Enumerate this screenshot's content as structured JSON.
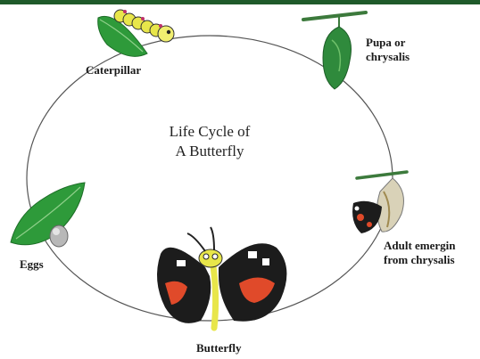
{
  "title": {
    "line1": "Life Cycle of",
    "line2": "A Butterfly"
  },
  "stages": {
    "caterpillar": "Caterpillar",
    "pupa_line1": "Pupa or",
    "pupa_line2": "chrysalis",
    "adult_line1": "Adult emergin",
    "adult_line2": "from chrysalis",
    "eggs": "Eggs",
    "butterfly": "Butterfly"
  },
  "colors": {
    "leaf": "#2e9a3a",
    "chrysalis": "#2f8a3c",
    "wing_black": "#1c1c1c",
    "wing_red": "#e04a2a",
    "body_yellow": "#e8e64a"
  }
}
